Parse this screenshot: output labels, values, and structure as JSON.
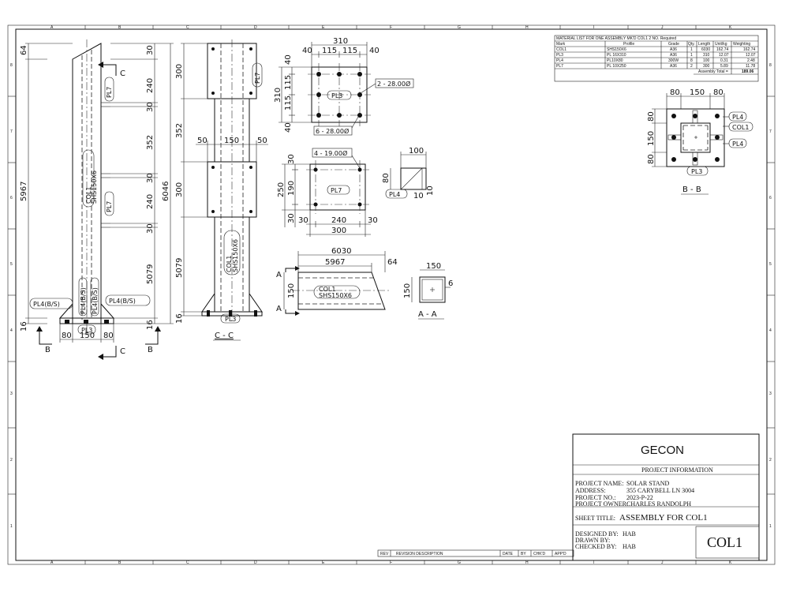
{
  "grid": {
    "top_letters": [
      "A",
      "B",
      "C",
      "D",
      "E",
      "F",
      "G",
      "H",
      "I",
      "J",
      "K"
    ],
    "bottom_letters": [
      "A",
      "B",
      "C",
      "D",
      "E",
      "F",
      "G",
      "H",
      "I",
      "J",
      "K"
    ],
    "left_numbers": [
      "8",
      "7",
      "6",
      "5",
      "4",
      "3",
      "2",
      "1"
    ],
    "right_numbers": [
      "8",
      "7",
      "6",
      "5",
      "4",
      "3",
      "2",
      "1"
    ]
  },
  "elevation": {
    "dims_left": {
      "d1": "64",
      "d2": "5967",
      "d3": "16"
    },
    "dims_right": {
      "d1": "30",
      "d2": "240",
      "d3": "30",
      "d4": "352",
      "d5": "30",
      "d6": "240",
      "d7": "30",
      "d8": "5079",
      "d9": "16",
      "d10": "6046"
    },
    "dims_bottom": {
      "d1": "80",
      "d2": "150",
      "d3": "80"
    },
    "labels": {
      "col": "COL1",
      "profile": "SHS150X6",
      "pl7_top": "PL7",
      "pl7_mid": "PL7",
      "pl3": "PL3",
      "pl4_left": "PL4(B/S)",
      "pl4_right": "PL4(B/S)",
      "pl4_v1": "PL4(B/S)",
      "pl4_v2": "PL4(B/S)"
    },
    "section_marks": {
      "c_top": "C",
      "c_bottom": "C",
      "b_left": "B",
      "b_right": "B"
    }
  },
  "section_cc": {
    "dims_left": {
      "d1": "300",
      "d2": "352",
      "d3": "300",
      "d4": "5079",
      "d5": "16"
    },
    "dims_mid": {
      "d1": "50",
      "d2": "150",
      "d3": "50"
    },
    "labels": {
      "pl7": "PL7",
      "pl3": "PL3",
      "col": "COL1",
      "profile": "SHS150X6"
    },
    "title": "C - C"
  },
  "pl3_detail": {
    "dims_top": {
      "total": "310",
      "a": "40",
      "b": "115",
      "c": "115",
      "d": "40"
    },
    "dims_left": {
      "total": "310",
      "a": "40",
      "b": "115",
      "c": "115",
      "d": "40"
    },
    "label": "PL3",
    "callout1": "2 - 28.00Ø",
    "callout2": "6 - 28.00Ø"
  },
  "pl7_detail": {
    "callout": "4 - 19.00Ø",
    "dims_left": {
      "a": "30",
      "b": "190",
      "c": "30",
      "total": "250"
    },
    "dims_bottom": {
      "a": "30",
      "b": "240",
      "c": "30",
      "total": "300"
    },
    "label": "PL7"
  },
  "pl4_detail": {
    "d1": "100",
    "d2": "80",
    "d3": "10",
    "d4": "10",
    "label": "PL4"
  },
  "col_detail": {
    "total": "6030",
    "len": "5967",
    "d1": "64",
    "height": "150",
    "col": "COL1",
    "profile": "SHS150X6",
    "section_mark": "A"
  },
  "section_aa": {
    "w": "150",
    "h": "150",
    "t": "6",
    "title": "A - A"
  },
  "section_bb": {
    "d1": "80",
    "d2": "150",
    "d3": "80",
    "v1": "80",
    "v2": "150",
    "v3": "80",
    "labels": [
      "PL4",
      "COL1",
      "PL4"
    ],
    "pl3": "PL3",
    "title": "B - B"
  },
  "material_list": {
    "title": "MATERIAL LIST FOR ONE ASSEMBLY MK'D   COL1   2  NO. Required",
    "headers": [
      "Mark",
      "Profile",
      "Grade",
      "Qty.",
      "Length",
      "Unit/kg",
      "Weighting"
    ],
    "rows": [
      [
        "COL1",
        "SHS150X6",
        "A36",
        "1",
        "6030",
        "162.74",
        "162.74"
      ],
      [
        "PL3",
        "PL 16X310",
        "A36",
        "1",
        "310",
        "12.07",
        "12.07"
      ],
      [
        "PL4",
        "PL10X80",
        "300W",
        "8",
        "100",
        "0.31",
        "2.48"
      ],
      [
        "PL7",
        "PL 10X250",
        "A36",
        "2",
        "300",
        "5.89",
        "11.78"
      ]
    ],
    "total_label": "Assembly Total =",
    "total_value": "189.06"
  },
  "title_block": {
    "company": "GECON",
    "section": "PROJECT INFORMATION",
    "project_name_label": "PROJECT NAME:",
    "project_name": "SOLAR STAND",
    "address_label": "ADDRESS:",
    "address": "355 CARYBELL LN 3004",
    "project_no_label": "PROJECT NO.:",
    "project_no": "2023-P-22",
    "owner_label": "PROJECT OWNER:",
    "owner": "CHARLES RANDOLPH",
    "sheet_title_label": "SHEET TITLE:",
    "sheet_title": "ASSEMBLY FOR   COL1",
    "designed_label": "DESIGNED BY:",
    "designed": "HAB",
    "drawn_label": "DRAWN BY:",
    "drawn": "",
    "checked_label": "CHECKED BY:",
    "checked": "HAB",
    "sheet_no": "COL1"
  },
  "revision_block": {
    "headers": [
      "REV",
      "REVISION  DESCRIPTION",
      "DATE",
      "BY",
      "CHK'D",
      "APP'D"
    ]
  }
}
